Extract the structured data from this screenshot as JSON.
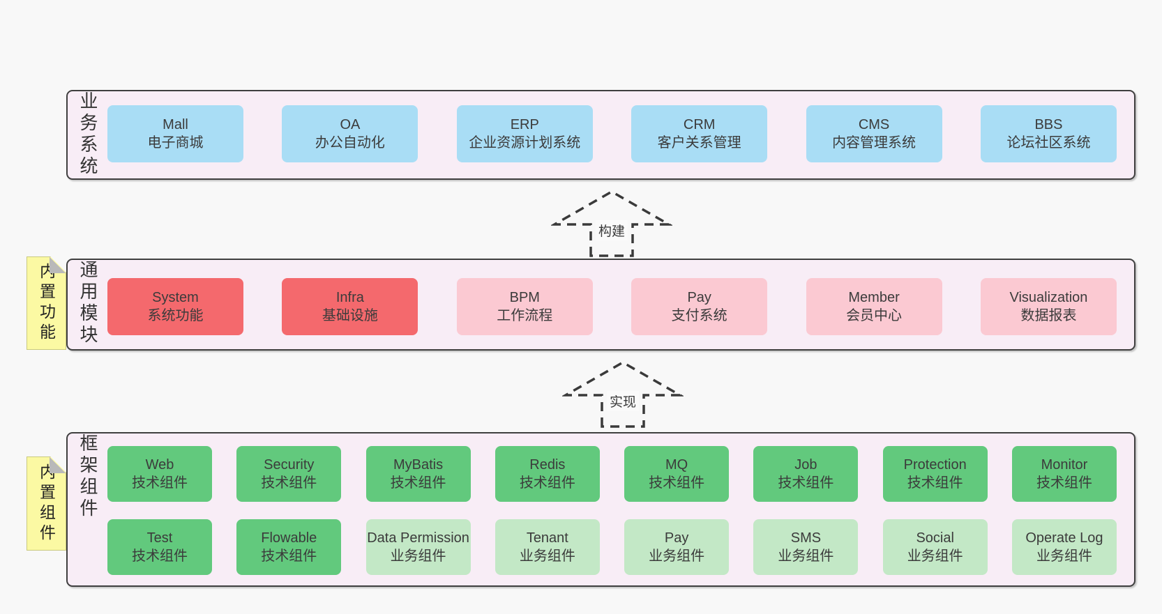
{
  "colors": {
    "page_bg": "#f8f8f8",
    "panel_fill": "#f8edf6",
    "panel_border": "#3f3f3f",
    "blue_box": "#a9ddf5",
    "red_box": "#f4696d",
    "pink_box": "#fbc9d2",
    "green_box": "#62c97d",
    "green_light_box": "#c3e8c6",
    "note_yellow": "#fbf9a3",
    "arrow_stroke": "#3a3a3a"
  },
  "sections": {
    "business": {
      "label": "业务系统",
      "items": [
        {
          "en": "Mall",
          "zh": "电子商城"
        },
        {
          "en": "OA",
          "zh": "办公自动化"
        },
        {
          "en": "ERP",
          "zh": "企业资源计划系统"
        },
        {
          "en": "CRM",
          "zh": "客户关系管理"
        },
        {
          "en": "CMS",
          "zh": "内容管理系统"
        },
        {
          "en": "BBS",
          "zh": "论坛社区系统"
        }
      ]
    },
    "modules": {
      "label": "通用模块",
      "note": "内置功能",
      "items": [
        {
          "en": "System",
          "zh": "系统功能"
        },
        {
          "en": "Infra",
          "zh": "基础设施"
        },
        {
          "en": "BPM",
          "zh": "工作流程"
        },
        {
          "en": "Pay",
          "zh": "支付系统"
        },
        {
          "en": "Member",
          "zh": "会员中心"
        },
        {
          "en": "Visualization",
          "zh": "数据报表"
        }
      ]
    },
    "components": {
      "label": "框架组件",
      "note": "内置组件",
      "row1": [
        {
          "en": "Web",
          "zh": "技术组件"
        },
        {
          "en": "Security",
          "zh": "技术组件"
        },
        {
          "en": "MyBatis",
          "zh": "技术组件"
        },
        {
          "en": "Redis",
          "zh": "技术组件"
        },
        {
          "en": "MQ",
          "zh": "技术组件"
        },
        {
          "en": "Job",
          "zh": "技术组件"
        },
        {
          "en": "Protection",
          "zh": "技术组件"
        },
        {
          "en": "Monitor",
          "zh": "技术组件"
        }
      ],
      "row2": [
        {
          "en": "Test",
          "zh": "技术组件"
        },
        {
          "en": "Flowable",
          "zh": "技术组件"
        },
        {
          "en": "Data Permission",
          "zh": "业务组件"
        },
        {
          "en": "Tenant",
          "zh": "业务组件"
        },
        {
          "en": "Pay",
          "zh": "业务组件"
        },
        {
          "en": "SMS",
          "zh": "业务组件"
        },
        {
          "en": "Social",
          "zh": "业务组件"
        },
        {
          "en": "Operate Log",
          "zh": "业务组件"
        }
      ]
    }
  },
  "arrows": [
    {
      "label": "构建"
    },
    {
      "label": "实现"
    }
  ]
}
